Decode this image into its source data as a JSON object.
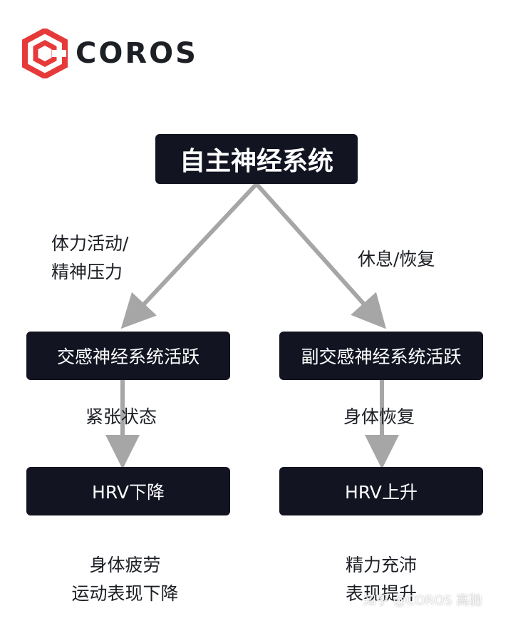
{
  "brand": {
    "name": "COROS",
    "logo_color": "#e63a3a"
  },
  "nodes": {
    "root": "自主神经系统",
    "sympathetic": "交感神经系统活跃",
    "parasympathetic": "副交感神经系统活跃",
    "hrv_down": "HRV下降",
    "hrv_up": "HRV上升"
  },
  "edges": {
    "left_trigger_lines": [
      "体力活动/",
      "精神压力"
    ],
    "right_trigger": "休息/恢复",
    "left_state": "紧张状态",
    "right_state": "身体恢复"
  },
  "results": {
    "left_lines": [
      "身体疲劳",
      "运动表现下降"
    ],
    "right_lines": [
      "精力充沛",
      "表现提升"
    ]
  },
  "watermark": "知乎 @COROS 高驰",
  "colors": {
    "node_bg": "#121422",
    "arrow": "#a6a6a6"
  }
}
